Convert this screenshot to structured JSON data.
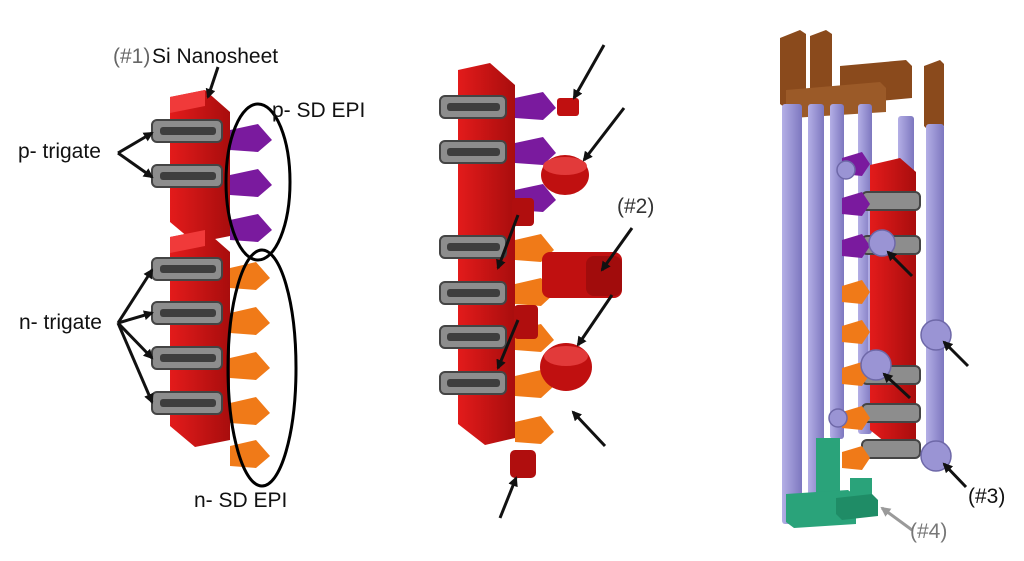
{
  "labels": {
    "si_nanosheet_tag": "(#1)",
    "si_nanosheet": "Si Nanosheet",
    "p_sd_epi": "p- SD EPI",
    "p_trigate": "p- trigate",
    "n_trigate": "n- trigate",
    "n_sd_epi": "n- SD EPI",
    "marker_2": "(#2)",
    "marker_3": "(#3)",
    "marker_4": "(#4)"
  },
  "colors": {
    "channel_red": "#d11414",
    "channel_red_dark": "#8e0b0b",
    "gate_gray": "#8d8d8d",
    "gate_gray_dark": "#555555",
    "p_epi_purple": "#7a1a9e",
    "n_epi_orange": "#f07a18",
    "contact_red": "#c01010",
    "via_lavender": "#9a94d4",
    "metal_brown": "#8a4a1c",
    "base_teal": "#2aa37a",
    "arrow_black": "#111111",
    "arrow_gray": "#9a9a9a"
  }
}
